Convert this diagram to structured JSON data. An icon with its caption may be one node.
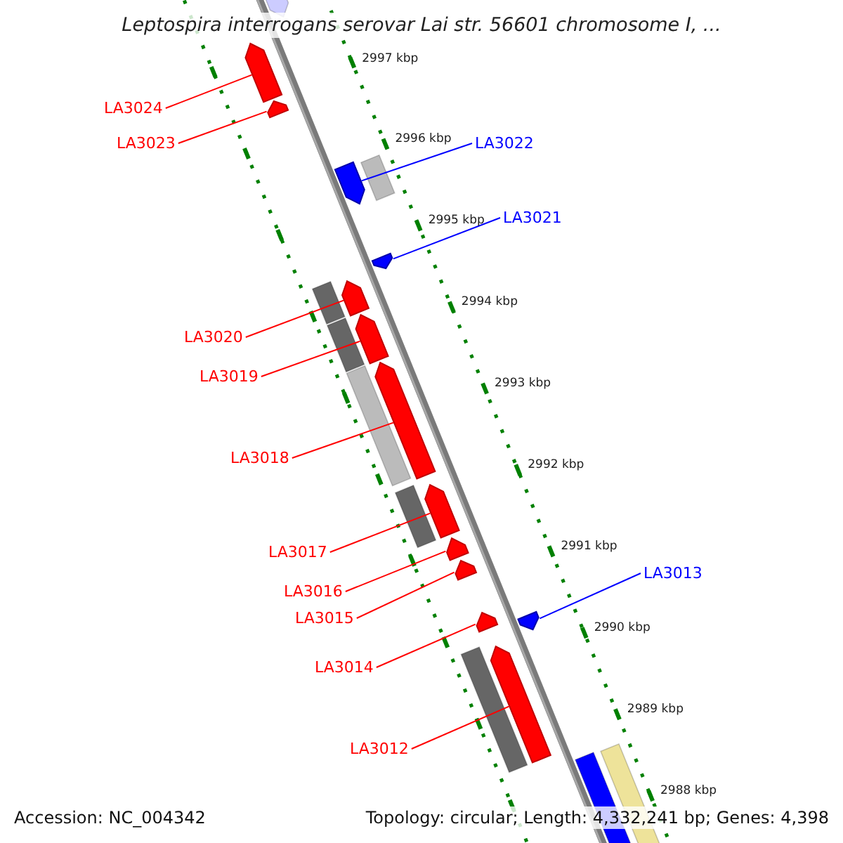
{
  "diagram": {
    "title": "Leptospira interrogans serovar Lai str. 56601 chromosome I, ...",
    "nodes": [
      {
        "text": [
          "LA3024"
        ]
      },
      {
        "text": [
          "LA3023"
        ]
      },
      {
        "text": [
          "LA3022"
        ]
      },
      {
        "text": [
          "LA3021"
        ]
      },
      {
        "text": [
          "LA3020"
        ]
      },
      {
        "text": [
          "LA3019"
        ]
      },
      {
        "text": [
          "LA3018"
        ]
      },
      {
        "text": [
          "LA3017"
        ]
      },
      {
        "text": [
          "LA3013"
        ]
      },
      {
        "text": [
          "LA3016"
        ]
      },
      {
        "text": [
          "LA3015"
        ]
      },
      {
        "text": [
          "LA3014"
        ]
      },
      {
        "text": [
          "LA3012"
        ]
      },
      {
        "text": [],
        "shape": "pentagon"
      },
      {
        "text": [],
        "shape": "pentagon"
      },
      {
        "text": [],
        "shape": "pentagon"
      },
      {
        "text": [],
        "shape": "pentagon"
      },
      {
        "text": [],
        "shape": "pentagon"
      },
      {
        "text": [],
        "shape": "pentagon"
      },
      {
        "text": [],
        "shape": "pentagon"
      },
      {
        "text": [],
        "shape": "pentagon"
      },
      {
        "text": [],
        "shape": "pentagon"
      },
      {
        "text": [],
        "shape": "pentagon"
      },
      {
        "text": [],
        "shape": "pentagon"
      },
      {
        "text": [],
        "shape": "pentagon"
      },
      {
        "text": [],
        "shape": "pentagon"
      }
    ],
    "edges": [
      {
        "from": 0,
        "to": 13,
        "arrow": "none"
      },
      {
        "from": 1,
        "to": 14,
        "arrow": "none"
      },
      {
        "from": 2,
        "to": 15,
        "arrow": "none",
        "color": "#0000ff"
      },
      {
        "from": 3,
        "to": 16,
        "arrow": "none",
        "color": "#0000ff"
      },
      {
        "from": 4,
        "to": 17,
        "arrow": "none"
      },
      {
        "from": 5,
        "to": 18,
        "arrow": "none"
      },
      {
        "from": 6,
        "to": 19,
        "arrow": "none"
      },
      {
        "from": 7,
        "to": 20,
        "arrow": "none"
      },
      {
        "from": 8,
        "to": 21,
        "arrow": "none",
        "color": "#0000ff"
      },
      {
        "from": 9,
        "to": 22,
        "arrow": "none"
      },
      {
        "from": 10,
        "to": 23,
        "arrow": "none"
      },
      {
        "from": 11,
        "to": 24,
        "arrow": "none"
      },
      {
        "from": 12,
        "to": 25,
        "arrow": "none"
      }
    ],
    "labels": [
      "2997 kbp",
      "2996 kbp",
      "2995 kbp",
      "2994 kbp",
      "2993 kbp",
      "2992 kbp",
      "2991 kbp",
      "2990 kbp",
      "2989 kbp",
      "2988 kbp",
      "Accession: NC_004342",
      "Topology: circular; Length: 4,332,241 bp; Genes: 4,398"
    ]
  }
}
